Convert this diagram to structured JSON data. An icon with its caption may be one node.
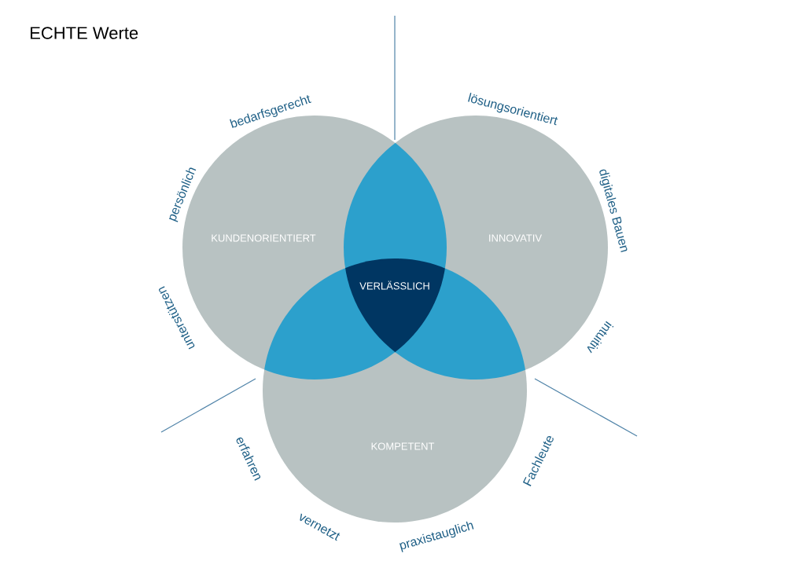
{
  "diagram": {
    "title": "ECHTE Werte",
    "nodes": [
      {
        "text": [
          "KUNDENORIENTIERT"
        ]
      },
      {
        "text": [
          "INNOVATIV"
        ]
      },
      {
        "text": [
          "KOMPETENT"
        ]
      },
      {
        "text": [
          "VERLÄSSLICH"
        ]
      }
    ],
    "labels": [
      "bedarfsgerecht",
      "lösungsorientiert",
      "persönlich",
      "digitales Bauen",
      "unterstützen",
      "intuitiv",
      "erfahren",
      "Fachleute",
      "vernetzt",
      "praxistauglich"
    ]
  }
}
